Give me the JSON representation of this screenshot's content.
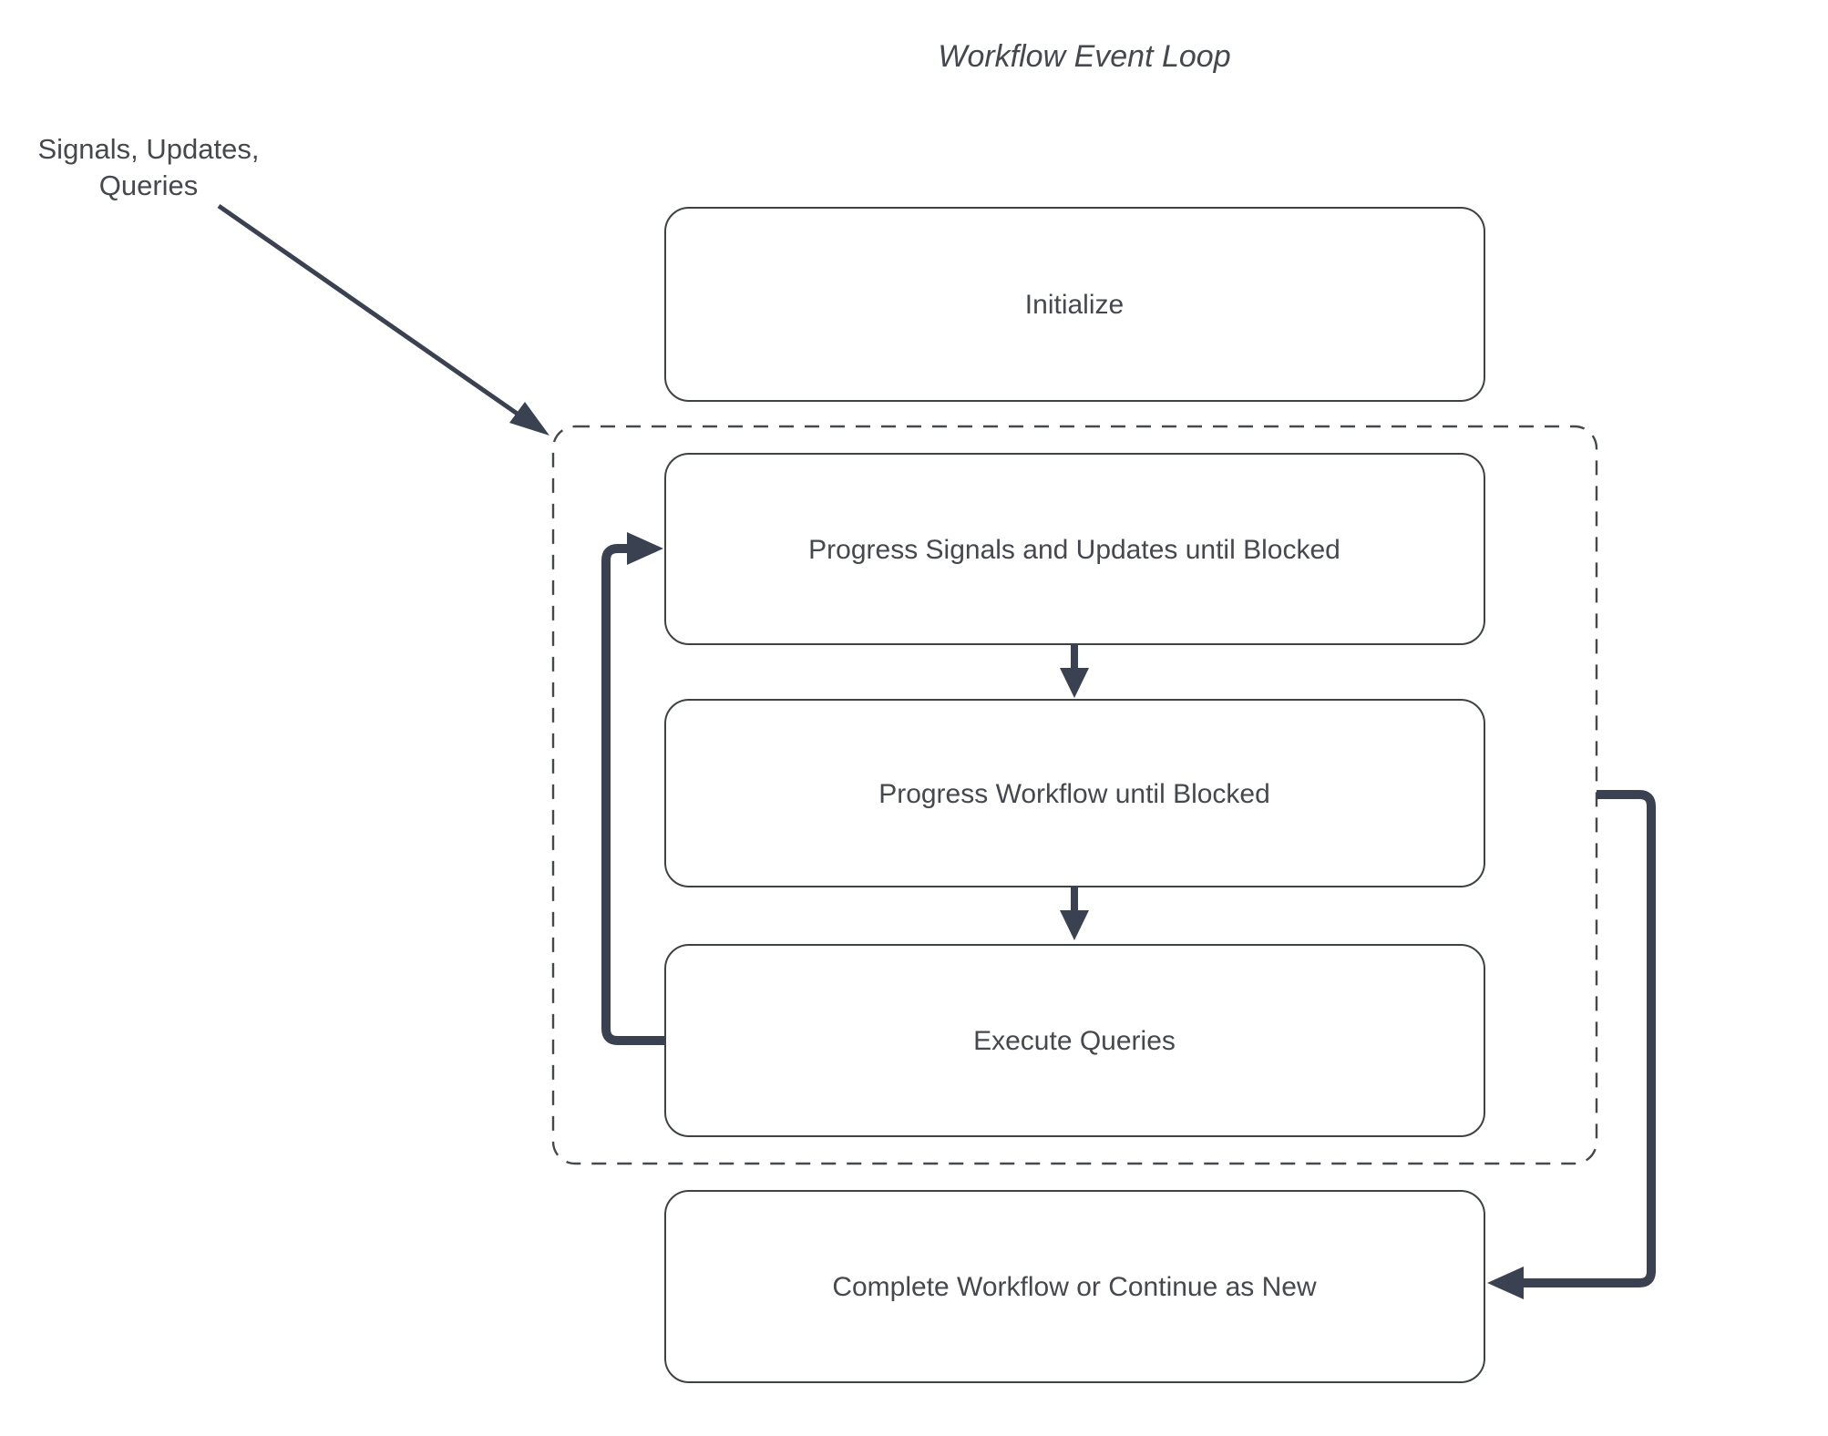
{
  "title": "Workflow Event Loop",
  "colors": {
    "background": "#ffffff",
    "box_border": "#3f4245",
    "dashed_border": "#45484c",
    "arrow": "#3a4150",
    "text": "#45484d"
  },
  "side_label": {
    "line1": "Signals, Updates,",
    "line2": "Queries"
  },
  "nodes": [
    {
      "id": "initialize",
      "label": "Initialize"
    },
    {
      "id": "progress-signals",
      "label": "Progress Signals and Updates until Blocked"
    },
    {
      "id": "progress-workflow",
      "label": "Progress Workflow until Blocked"
    },
    {
      "id": "execute-queries",
      "label": "Execute Queries"
    },
    {
      "id": "complete-workflow",
      "label": "Complete Workflow or Continue as New"
    }
  ],
  "container": {
    "id": "event-loop-dashed-container",
    "contains": [
      "progress-signals",
      "progress-workflow",
      "execute-queries"
    ]
  },
  "edges": [
    {
      "from": "signals-updates-queries-label",
      "to": "event-loop-dashed-container",
      "style": "thin-diagonal-arrow"
    },
    {
      "from": "progress-signals",
      "to": "progress-workflow",
      "style": "down-arrow"
    },
    {
      "from": "progress-workflow",
      "to": "execute-queries",
      "style": "down-arrow"
    },
    {
      "from": "execute-queries",
      "to": "progress-signals",
      "style": "thick-loop-back-left"
    },
    {
      "from": "event-loop-dashed-container",
      "to": "complete-workflow",
      "style": "thick-right-side-arrow"
    }
  ]
}
